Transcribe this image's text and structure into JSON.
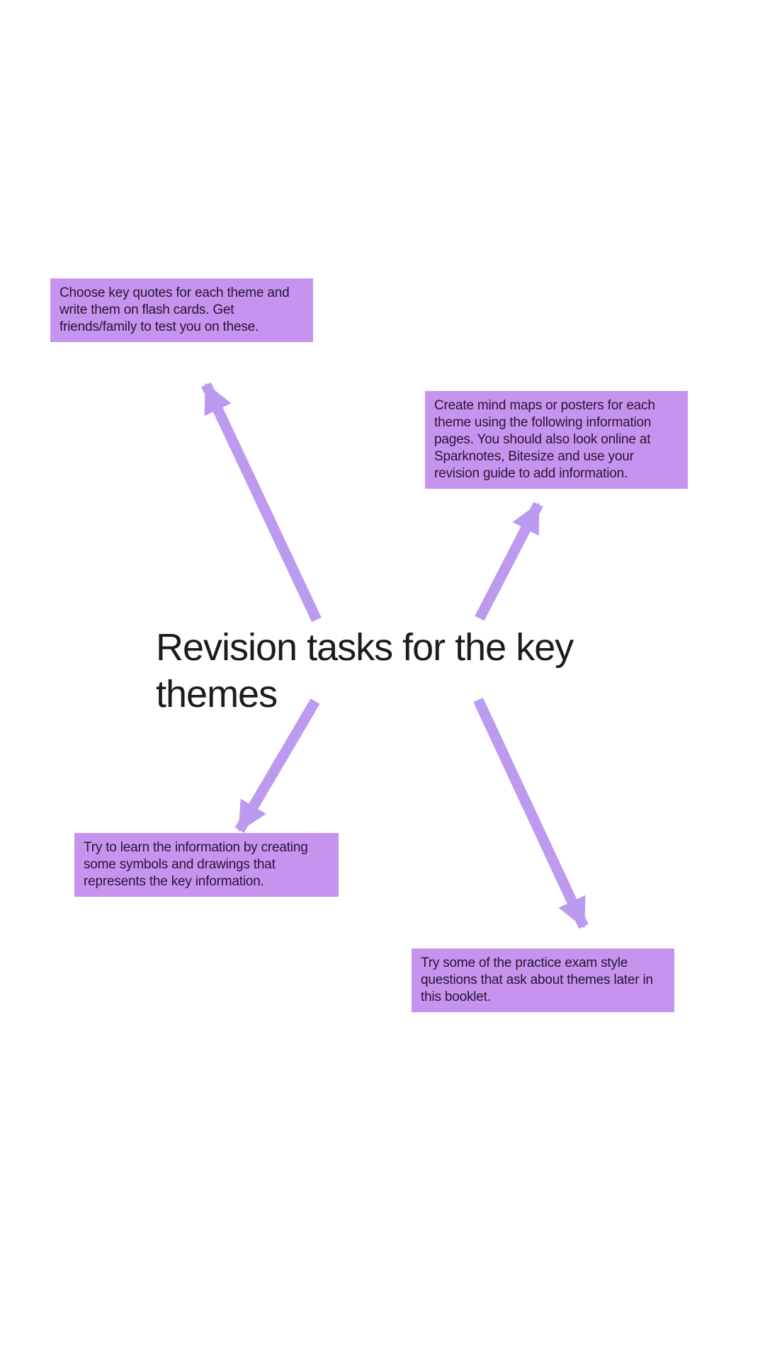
{
  "page": {
    "background": "#ffffff"
  },
  "title": {
    "text": "Revision tasks for the key\nthemes",
    "color": "#1c1c1c"
  },
  "colors": {
    "box_fill": "#c694ee",
    "box_text": "#2a1436",
    "arrow": "#bc9af0"
  },
  "boxes": [
    {
      "id": "flash-cards",
      "text": "Choose key quotes for each theme and write them on flash cards. Get friends/family to test you on these."
    },
    {
      "id": "mind-maps",
      "text": "Create mind maps or posters for each theme using the following information pages. You should also look online at Sparknotes, Bitesize and use your revision guide to add information."
    },
    {
      "id": "symbols-drawings",
      "text": "Try to learn the information by creating some symbols and drawings that represents the key information."
    },
    {
      "id": "practice-questions",
      "text": "Try some of the practice exam style questions that ask about themes later in this booklet."
    }
  ]
}
